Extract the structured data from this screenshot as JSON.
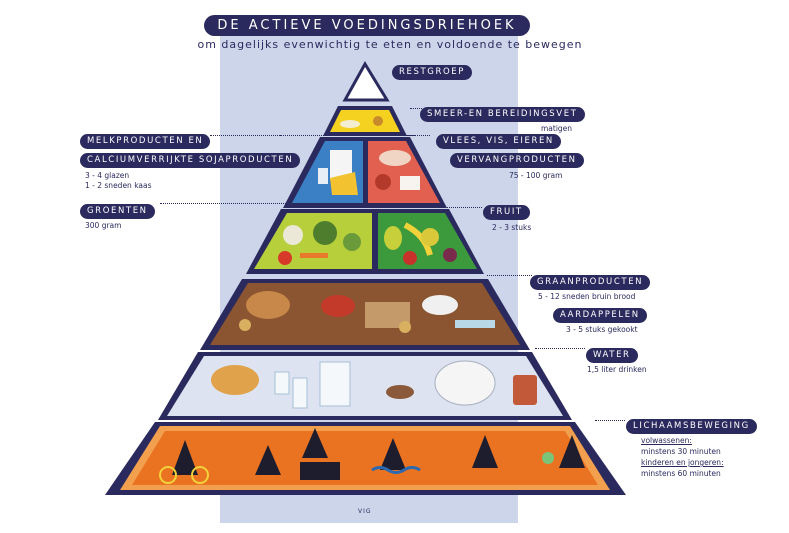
{
  "title": "DE ACTIEVE VOEDINGSDRIEHOEK",
  "subtitle": "om dagelijks evenwichtig te eten en voldoende te bewegen",
  "groups": {
    "restgroep": {
      "label": "RESTGROEP"
    },
    "fats": {
      "label": "SMEER-EN BEREIDINGSVET",
      "note": "matigen"
    },
    "meat": {
      "label1": "VLEES, VIS, EIEREN",
      "label2": "VERVANGPRODUCTEN",
      "note": "75 - 100 gram"
    },
    "dairy": {
      "label1": "MELKPRODUCTEN EN",
      "label2": "CALCIUMVERRIJKTE SOJAPRODUCTEN",
      "note1": "3 - 4 glazen",
      "note2": "1 - 2 sneden kaas"
    },
    "vegetables": {
      "label": "GROENTEN",
      "note": "300 gram"
    },
    "fruit": {
      "label": "FRUIT",
      "note": "2 - 3 stuks"
    },
    "grains": {
      "label": "GRAANPRODUCTEN",
      "note": "5 - 12 sneden bruin brood"
    },
    "potatoes": {
      "label": "AARDAPPELEN",
      "note": "3 - 5 stuks gekookt"
    },
    "water": {
      "label": "WATER",
      "note": "1,5 liter drinken"
    },
    "activity": {
      "label": "LICHAAMSBEWEGING",
      "adults": "volwassenen:",
      "adults_note": "minstens 30 minuten",
      "kids": "kinderen en jongeren:",
      "kids_note": "minstens 60 minuten"
    }
  },
  "footer": "VIG"
}
